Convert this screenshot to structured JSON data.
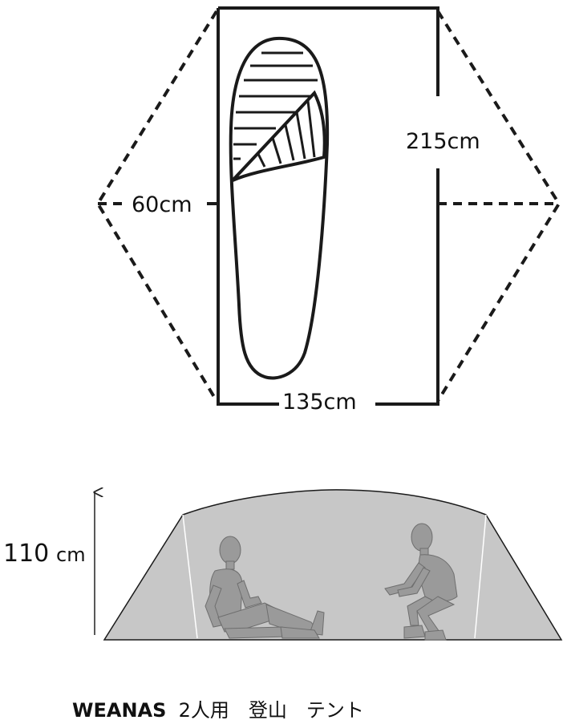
{
  "dimensions": {
    "length": "215cm",
    "width": "135cm",
    "vestibule_depth": "60cm",
    "height_value": "110",
    "height_unit": "cm"
  },
  "caption": {
    "brand": "WEANAS",
    "description": "2人用　登山　テント"
  },
  "colors": {
    "outline": "#1a1a1a",
    "tent_fill": "#c7c7c7",
    "figure": "#9a9a9a"
  },
  "icons": {
    "sleeping_bag": "sleeping-bag-icon",
    "person_sitting": "seated-person-figure",
    "person_squatting": "squatting-person-figure"
  }
}
